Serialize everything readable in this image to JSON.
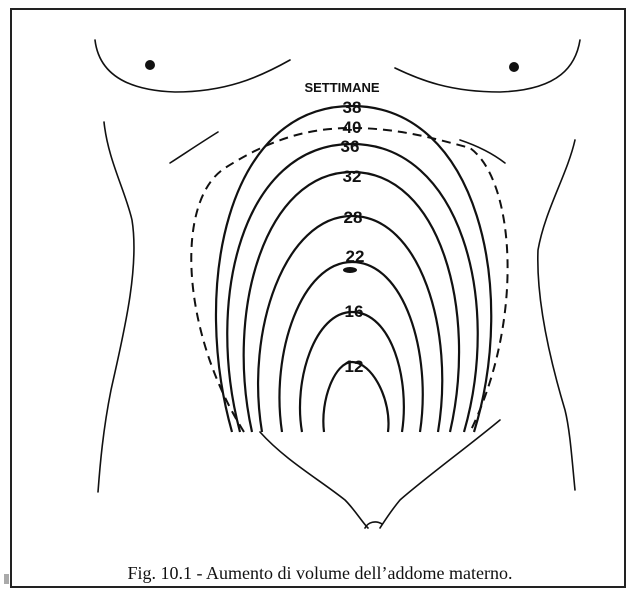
{
  "figure": {
    "header_label": "SETTIMANE",
    "week_labels": [
      "38",
      "40",
      "36",
      "32",
      "28",
      "22",
      "16",
      "12"
    ],
    "caption": "Fig. 10.1 - Aumento di volume dell’addome materno."
  }
}
